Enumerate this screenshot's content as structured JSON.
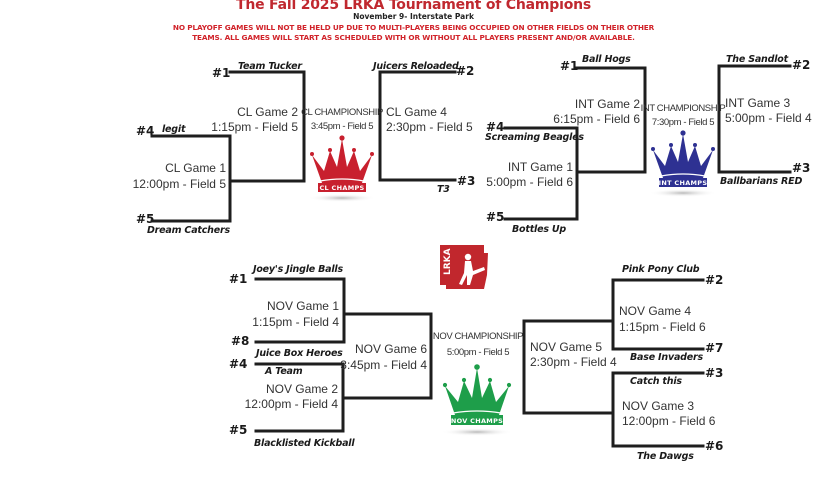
{
  "header": {
    "title": "The Fall 2025 LRKA Tournament of Champions",
    "subtitle": "November 9-  Interstate Park",
    "notice_line1": "NO PLAYOFF GAMES WILL NOT BE HELD UP DUE TO MULTI-PLAYERS BEING OCCUPIED ON OTHER FIELDS ON THEIR OTHER",
    "notice_line2": "TEAMS.  ALL GAMES WILL START AS SCHEDULED WITH OR WITHOUT ALL PLAYERS PRESENT AND/OR AVAILABLE."
  },
  "colors": {
    "title": "#c0282f",
    "notice": "#d1232a",
    "cl_crown": "#c8202e",
    "int_crown": "#2e3192",
    "nov_crown": "#1e9e4a",
    "logo": "#c1272d",
    "lines": "#1e1e1e"
  },
  "logo": {
    "text": "LRKA",
    "icon": "arkansas-kicker-logo"
  },
  "cl": {
    "teams": {
      "seed1": {
        "seed": "#1",
        "name": "Team Tucker"
      },
      "seed4": {
        "seed": "#4",
        "name": "legit"
      },
      "seed5": {
        "seed": "#5",
        "name": "Dream Catchers"
      },
      "seed2": {
        "seed": "#2",
        "name": "Juicers Reloaded"
      },
      "seed3": {
        "seed": "#3",
        "name": "T3"
      }
    },
    "game1": {
      "name": "CL Game 1",
      "time": "12:00pm - Field 5"
    },
    "game2": {
      "name": "CL Game 2",
      "time": "1:15pm - Field 5"
    },
    "game4": {
      "name": "CL Game 4",
      "time": "2:30pm - Field 5"
    },
    "championship": {
      "name": "CL CHAMPIONSHIP",
      "time": "3:45pm - Field 5"
    },
    "crown_label": "CL CHAMPS"
  },
  "int": {
    "teams": {
      "seed1": {
        "seed": "#1",
        "name": "Ball Hogs"
      },
      "seed4": {
        "seed": "#4",
        "name": "Screaming Beagles"
      },
      "seed5": {
        "seed": "#5",
        "name": "Bottles Up"
      },
      "seed2": {
        "seed": "#2",
        "name": "The Sandlot"
      },
      "seed3": {
        "seed": "#3",
        "name": "Ballbarians RED"
      }
    },
    "game1": {
      "name": "INT Game 1",
      "time": "5:00pm - Field 6"
    },
    "game2": {
      "name": "INT Game 2",
      "time": "6:15pm - Field 6"
    },
    "game3": {
      "name": "INT Game 3",
      "time": "5:00pm - Field 4"
    },
    "championship": {
      "name": "INT CHAMPIONSHIP",
      "time": "7:30pm - Field 5"
    },
    "crown_label": "INT CHAMPS"
  },
  "nov": {
    "teams": {
      "seed1": {
        "seed": "#1",
        "name": "Joey's Jingle Balls"
      },
      "seed8": {
        "seed": "#8",
        "name": "Juice Box Heroes"
      },
      "seed4": {
        "seed": "#4",
        "name": "A Team"
      },
      "seed5": {
        "seed": "#5",
        "name": "Blacklisted Kickball"
      },
      "seed2": {
        "seed": "#2",
        "name": "Pink Pony Club"
      },
      "seed7": {
        "seed": "#7",
        "name": "Base Invaders"
      },
      "seed3": {
        "seed": "#3",
        "name": "Catch this"
      },
      "seed6": {
        "seed": "#6",
        "name": "The Dawgs"
      }
    },
    "game1": {
      "name": "NOV Game 1",
      "time": "1:15pm - Field 4"
    },
    "game2": {
      "name": "NOV Game 2",
      "time": "12:00pm - Field 4"
    },
    "game3": {
      "name": "NOV Game 3",
      "time": "12:00pm - Field 6"
    },
    "game4": {
      "name": "NOV Game 4",
      "time": "1:15pm - Field 6"
    },
    "game5": {
      "name": "NOV Game 5",
      "time": "2:30pm - Field 4"
    },
    "game6": {
      "name": "NOV Game 6",
      "time": "3:45pm - Field 4"
    },
    "championship": {
      "name": "NOV CHAMPIONSHIP",
      "time": "5:00pm - Field 5"
    },
    "crown_label": "NOV CHAMPS"
  }
}
